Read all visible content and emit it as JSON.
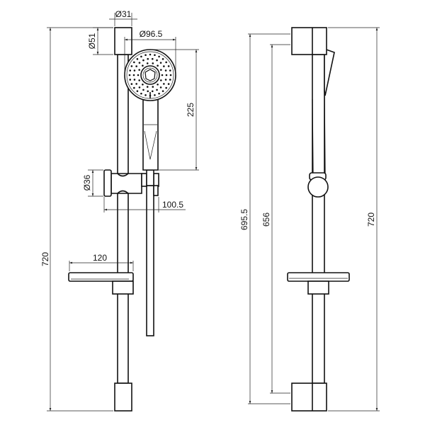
{
  "drawing": {
    "front_view": {
      "dim_bracket_width": "Ø31",
      "dim_bracket_height": "Ø51",
      "dim_head_diameter": "Ø96.5",
      "dim_handset_length": "225",
      "dim_slider_diameter": "Ø36",
      "dim_slider_projection": "100.5",
      "dim_shelf_width": "120",
      "dim_total_height": "720"
    },
    "side_view": {
      "dim_outer_centers": "695.5",
      "dim_inner_centers": "656",
      "dim_total_height": "720"
    },
    "colors": {
      "line": "#111111",
      "background": "#ffffff"
    }
  }
}
